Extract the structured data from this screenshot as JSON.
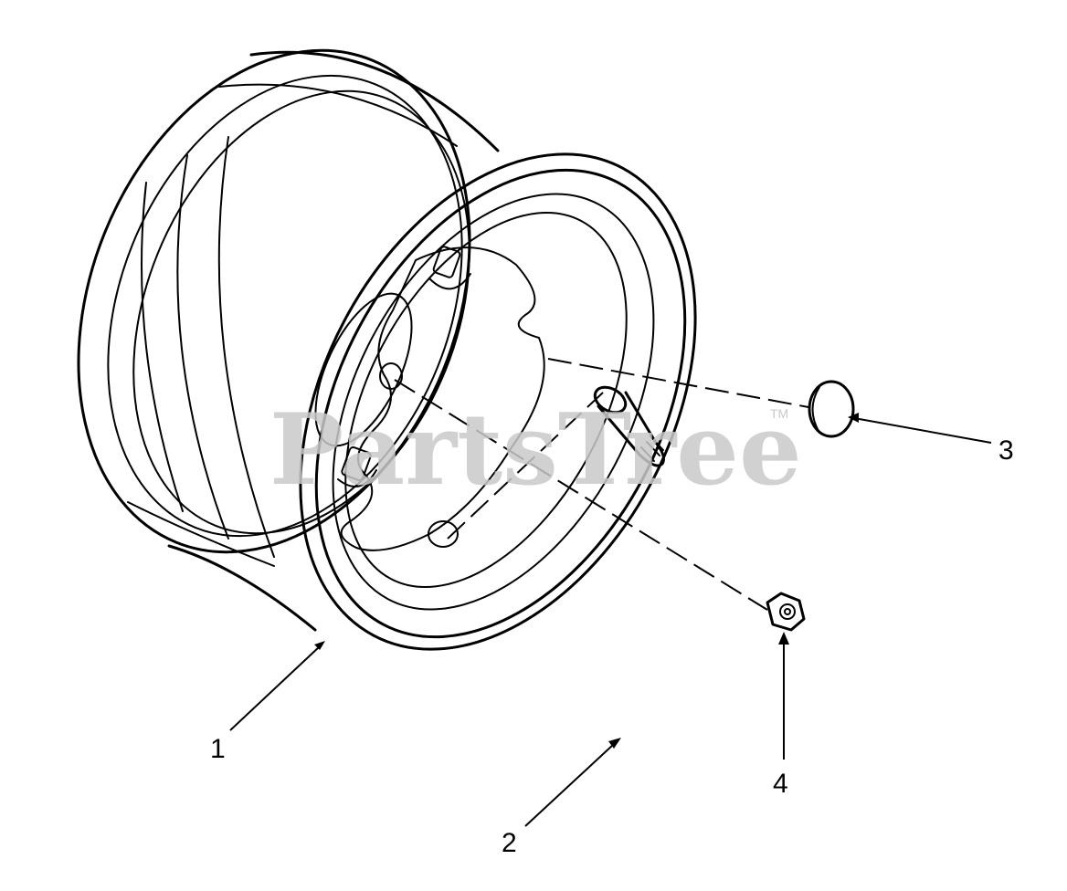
{
  "diagram": {
    "callouts": [
      {
        "id": "1",
        "label": "1"
      },
      {
        "id": "2",
        "label": "2"
      },
      {
        "id": "3",
        "label": "3"
      },
      {
        "id": "4",
        "label": "4"
      }
    ],
    "parts": [
      "wheel-rim",
      "valve-stem",
      "hub-cap",
      "lug-nut"
    ]
  },
  "watermark": {
    "text": "PartsTree",
    "mark": "TM",
    "color": "#c9c9c9"
  }
}
